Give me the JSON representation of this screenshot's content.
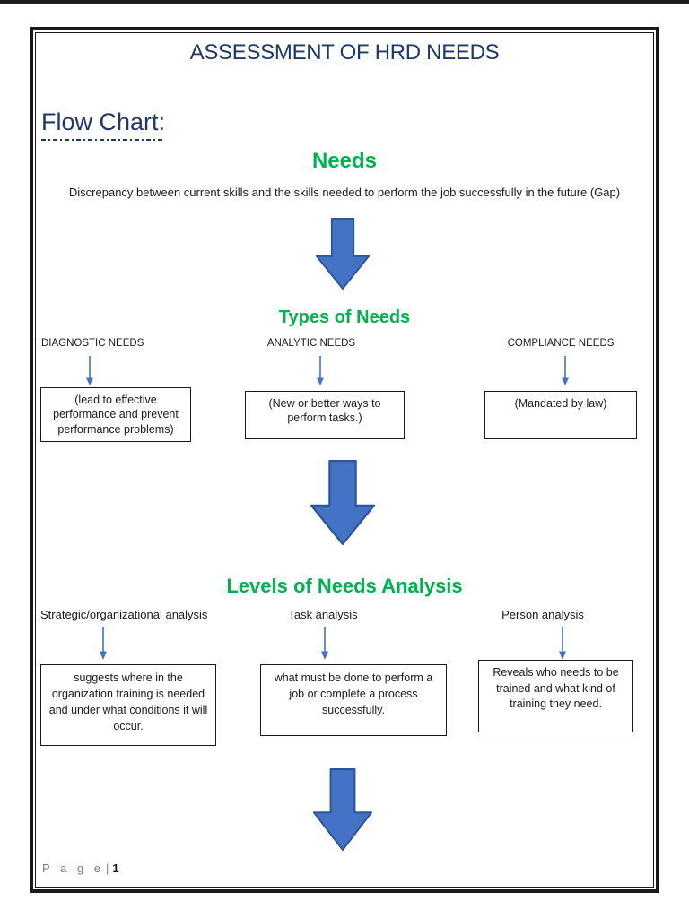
{
  "viewer": {
    "top_bar": "viewer-top-bar"
  },
  "page": {
    "title": "ASSESSMENT OF HRD NEEDS",
    "footer": {
      "label": "P a g e",
      "separator": "|",
      "number": "1"
    }
  },
  "flowchart": {
    "heading": "Flow Chart:",
    "needs": {
      "title": "Needs",
      "description": "Discrepancy between current skills and the skills needed to perform the job successfully in the future (Gap)"
    },
    "types_of_needs": {
      "title": "Types of Needs",
      "items": [
        {
          "label": "DIAGNOSTIC NEEDS",
          "description": "(lead to effective performance and prevent performance problems)"
        },
        {
          "label": "ANALYTIC NEEDS",
          "description": "(New or better ways to perform tasks.)"
        },
        {
          "label": "COMPLIANCE NEEDS",
          "description": "(Mandated by law)"
        }
      ]
    },
    "levels_of_needs": {
      "title": "Levels of Needs Analysis",
      "items": [
        {
          "label": "Strategic/organizational analysis",
          "description": "suggests where in the organization training is needed and under what conditions it will occur."
        },
        {
          "label": "Task analysis",
          "description": "what must be done to perform a job or complete a process successfully."
        },
        {
          "label": "Person analysis",
          "description": "Reveals who needs to be trained and what kind of training they need."
        }
      ]
    }
  },
  "icons": {
    "down-arrow-icon": "⬇",
    "small-down-arrow-icon": "↓"
  },
  "colors": {
    "heading_navy": "#1F3864",
    "section_green": "#00B050",
    "arrow_fill": "#4472C4",
    "arrow_border": "#2E5597",
    "body_text": "#1A1A1A",
    "footer_gray": "#7F7F7F",
    "border_black": "#1B1B1B"
  }
}
